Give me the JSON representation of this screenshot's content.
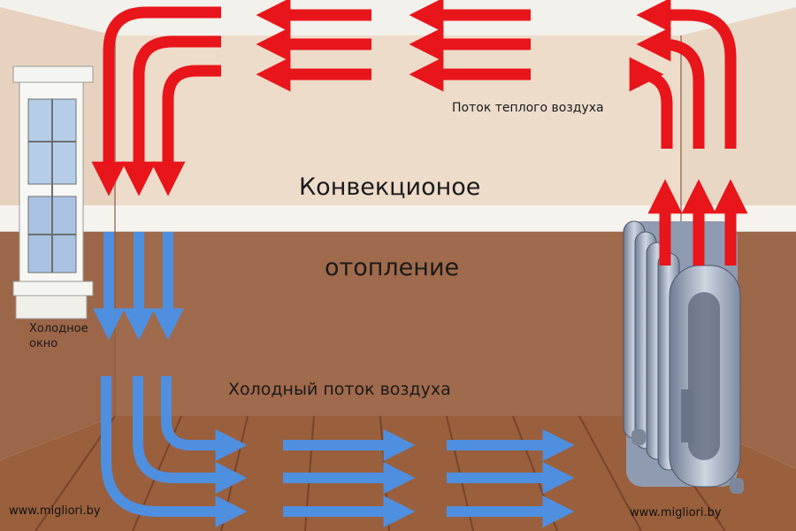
{
  "labels": {
    "title_line1": "Конвекционое",
    "title_line2": "отопление",
    "warm_flow": "Поток теплого воздуха",
    "cold_flow": "Холодный поток воздуха",
    "cold_window_line1": "Холодное",
    "cold_window_line2": "окно",
    "watermark_left": "www.migliori.by",
    "watermark_right": "www.migliori.by"
  },
  "colors": {
    "warm_arrow": "#e8151b",
    "cold_arrow": "#4f8fe0",
    "upper_wall": "#eedccb",
    "lower_wall": "#a06a4c",
    "floor": "#9a5f3c",
    "radiator": "#a8b4c6"
  }
}
